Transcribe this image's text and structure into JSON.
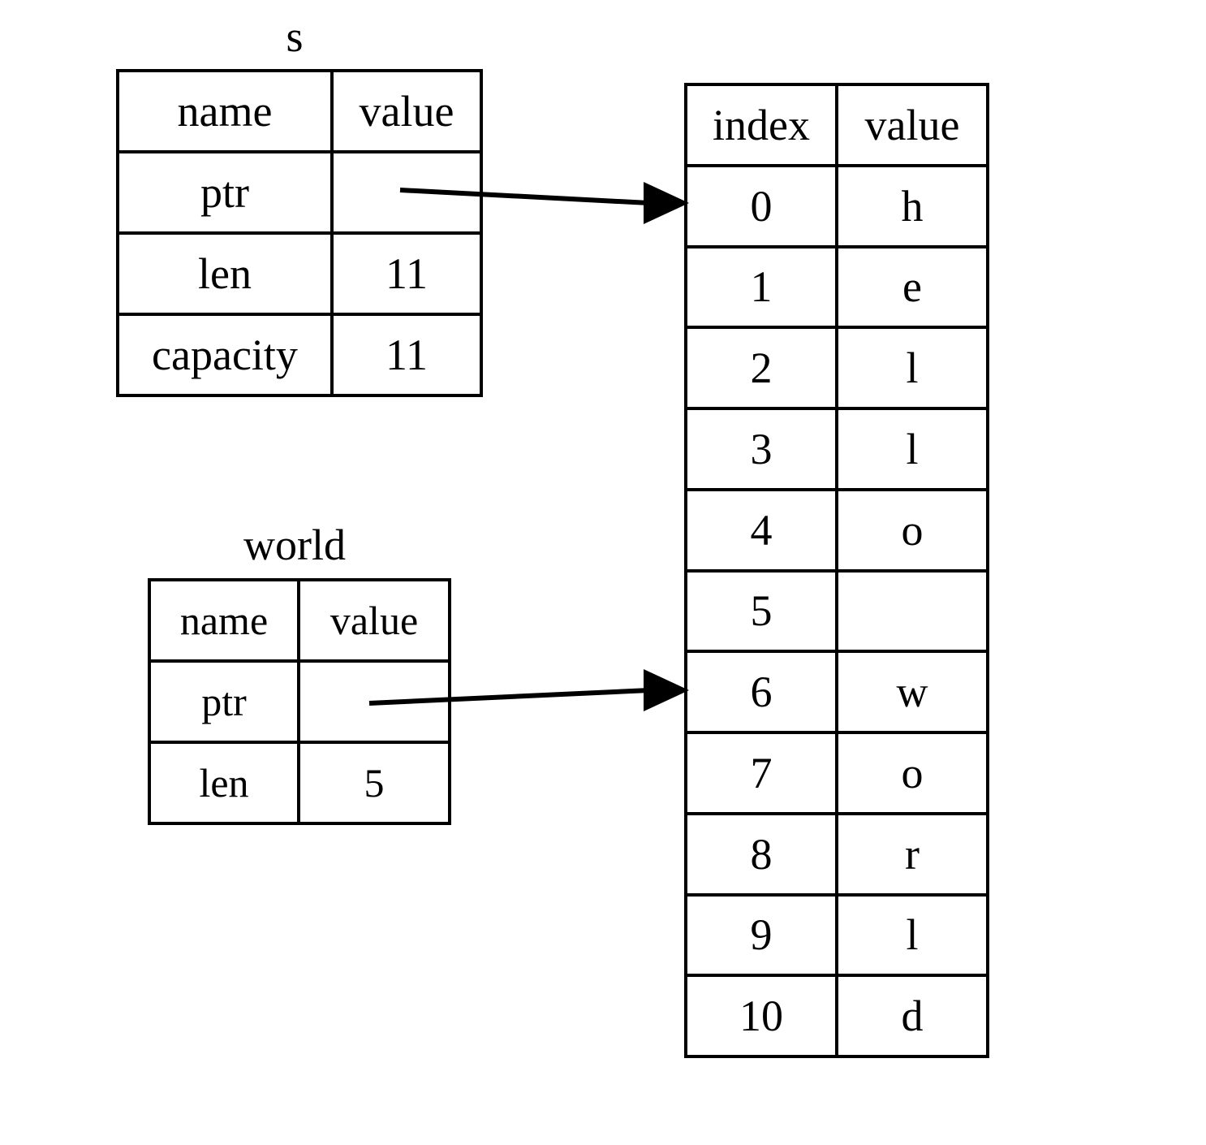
{
  "diagram": {
    "title_s": "s",
    "title_world": "world",
    "column_headers": {
      "name": "name",
      "value": "value",
      "index": "index"
    }
  },
  "s_struct": {
    "caption": "s",
    "headers": [
      "name",
      "value"
    ],
    "rows": [
      {
        "name": "ptr",
        "value": ""
      },
      {
        "name": "len",
        "value": "11"
      },
      {
        "name": "capacity",
        "value": "11"
      }
    ]
  },
  "world_struct": {
    "caption": "world",
    "headers": [
      "name",
      "value"
    ],
    "rows": [
      {
        "name": "ptr",
        "value": ""
      },
      {
        "name": "len",
        "value": "5"
      }
    ]
  },
  "buffer": {
    "headers": [
      "index",
      "value"
    ],
    "rows": [
      {
        "index": "0",
        "value": "h"
      },
      {
        "index": "1",
        "value": "e"
      },
      {
        "index": "2",
        "value": "l"
      },
      {
        "index": "3",
        "value": "l"
      },
      {
        "index": "4",
        "value": "o"
      },
      {
        "index": "5",
        "value": ""
      },
      {
        "index": "6",
        "value": "w"
      },
      {
        "index": "7",
        "value": "o"
      },
      {
        "index": "8",
        "value": "r"
      },
      {
        "index": "9",
        "value": "l"
      },
      {
        "index": "10",
        "value": "d"
      }
    ]
  },
  "colors": {
    "stroke": "#000000",
    "background": "#ffffff"
  }
}
